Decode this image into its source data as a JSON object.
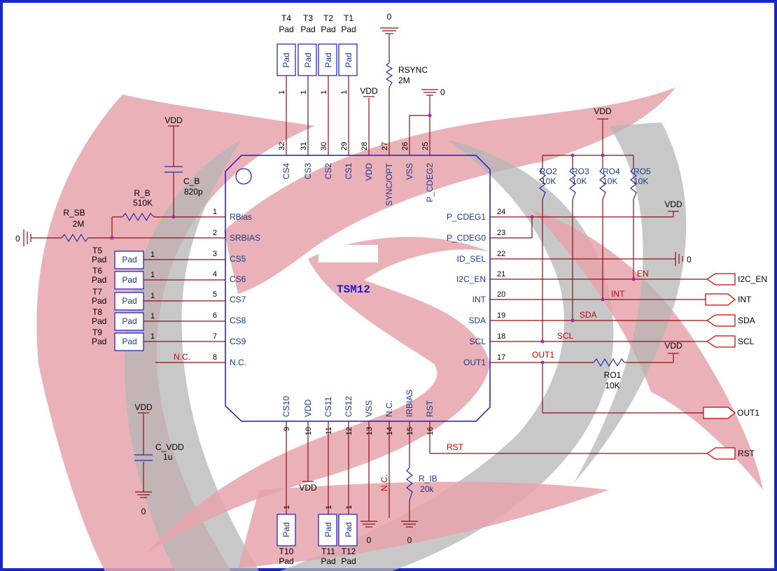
{
  "chip": {
    "name": "TSM12"
  },
  "left_pins": [
    {
      "num": "1",
      "label": "RBias"
    },
    {
      "num": "2",
      "label": "SRBIAS"
    },
    {
      "num": "3",
      "label": "CS5"
    },
    {
      "num": "4",
      "label": "CS6"
    },
    {
      "num": "5",
      "label": "CS7"
    },
    {
      "num": "6",
      "label": "CS8"
    },
    {
      "num": "7",
      "label": "CS9"
    },
    {
      "num": "8",
      "label": "N.C."
    }
  ],
  "right_pins": [
    {
      "num": "24",
      "label": "P_CDEG1"
    },
    {
      "num": "23",
      "label": "P_CDEG0"
    },
    {
      "num": "22",
      "label": "ID_SEL"
    },
    {
      "num": "21",
      "label": "I2C_EN"
    },
    {
      "num": "20",
      "label": "INT"
    },
    {
      "num": "19",
      "label": "SDA"
    },
    {
      "num": "18",
      "label": "SCL"
    },
    {
      "num": "17",
      "label": "OUT1"
    }
  ],
  "top_pins": [
    {
      "num": "32",
      "label": "CS4"
    },
    {
      "num": "31",
      "label": "CS3"
    },
    {
      "num": "30",
      "label": "CS2"
    },
    {
      "num": "29",
      "label": "CS1"
    },
    {
      "num": "28",
      "label": "VDD"
    },
    {
      "num": "27",
      "label": "SYNC/OPT"
    },
    {
      "num": "26",
      "label": "VSS"
    },
    {
      "num": "25",
      "label": "P_CDEG2"
    }
  ],
  "bottom_pins": [
    {
      "num": "9",
      "label": "CS10"
    },
    {
      "num": "10",
      "label": "VDD"
    },
    {
      "num": "11",
      "label": "CS11"
    },
    {
      "num": "12",
      "label": "CS12"
    },
    {
      "num": "13",
      "label": "VSS"
    },
    {
      "num": "14",
      "label": "N.C."
    },
    {
      "num": "15",
      "label": "IRBIAS"
    },
    {
      "num": "16",
      "label": "RST"
    }
  ],
  "top_pads": [
    {
      "name": "T4",
      "type": "Pad",
      "pad": "Pad",
      "pin": "1"
    },
    {
      "name": "T3",
      "type": "Pad",
      "pad": "Pad",
      "pin": "1"
    },
    {
      "name": "T2",
      "type": "Pad",
      "pad": "Pad",
      "pin": "1"
    },
    {
      "name": "T1",
      "type": "Pad",
      "pad": "Pad",
      "pin": "1"
    }
  ],
  "left_pads": [
    {
      "name": "T5",
      "type": "Pad",
      "pad": "Pad",
      "pin": "1"
    },
    {
      "name": "T6",
      "type": "Pad",
      "pad": "Pad",
      "pin": "1"
    },
    {
      "name": "T7",
      "type": "Pad",
      "pad": "Pad",
      "pin": "1"
    },
    {
      "name": "T8",
      "type": "Pad",
      "pad": "Pad",
      "pin": "1"
    },
    {
      "name": "T9",
      "type": "Pad",
      "pad": "Pad",
      "pin": "1"
    }
  ],
  "bottom_pads": [
    {
      "name": "T10",
      "type": "Pad",
      "pad": "Pad",
      "pin": "1"
    },
    {
      "name": "T11",
      "type": "Pad",
      "pad": "Pad",
      "pin": "1"
    },
    {
      "name": "T12",
      "type": "Pad",
      "pad": "Pad",
      "pin": "1"
    }
  ],
  "components": {
    "rsync": {
      "name": "RSYNC",
      "value": "2M"
    },
    "c_b": {
      "name": "C_B",
      "value": "820p"
    },
    "r_b": {
      "name": "R_B",
      "value": "510K"
    },
    "r_sb": {
      "name": "R_SB",
      "value": "2M"
    },
    "c_vdd": {
      "name": "C_VDD",
      "value": "1u"
    },
    "r_ib": {
      "name": "R_IB",
      "value": "20k"
    },
    "ro1": {
      "name": "RO1",
      "value": "10K"
    },
    "ro2": {
      "name": "RO2",
      "value": "10K"
    },
    "ro3": {
      "name": "RO3",
      "value": "10K"
    },
    "ro4": {
      "name": "RO4",
      "value": "10K"
    },
    "ro5": {
      "name": "RO5",
      "value": "10K"
    }
  },
  "power": {
    "vdd": "VDD",
    "gnd": "0"
  },
  "nets": {
    "en": "EN",
    "int": "INT",
    "sda": "SDA",
    "scl": "SCL",
    "out1": "OUT1",
    "rst": "RST",
    "nc": "N.C."
  },
  "ports": {
    "i2c_en": "I2C_EN",
    "int": "INT",
    "sda": "SDA",
    "scl": "SCL",
    "out1": "OUT1",
    "rst": "RST"
  },
  "colors": {
    "frame": "#1a25c8",
    "chip_outline": "#1a1acc",
    "wire": "#8a1010",
    "net_label": "#cc0000",
    "pin_label": "#1a3a8a",
    "logo_red": "#e8a3ad",
    "logo_gray": "#b5b5b5"
  }
}
